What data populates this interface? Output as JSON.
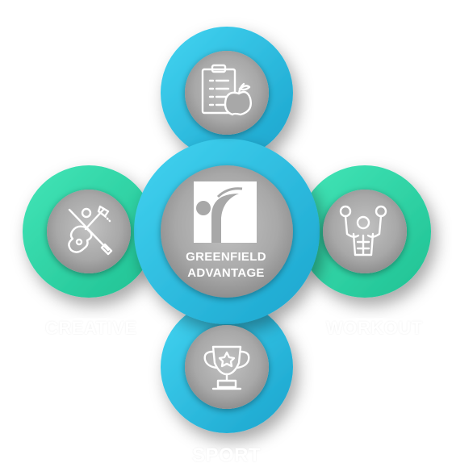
{
  "center": {
    "line1": "GREENFIELD",
    "line2": "ADVANTAGE",
    "logo": "greenfield-logo"
  },
  "nodes": [
    {
      "id": "top",
      "icon": "clipboard-apple-icon",
      "color": "#35bde0"
    },
    {
      "id": "left",
      "label": "CREATIVE",
      "icon": "guitar-brush-icon",
      "color": "#2fd6a6"
    },
    {
      "id": "right",
      "label": "WORKOUT",
      "icon": "bodybuilder-dumbbell-icon",
      "color": "#2fd6a6"
    },
    {
      "id": "bottom",
      "label": "SPORT",
      "icon": "trophy-star-icon",
      "color": "#35bde0"
    }
  ],
  "colors": {
    "blue": "#35bde0",
    "green": "#2fd6a6",
    "gray": "#a9a9a9",
    "white": "#ffffff"
  }
}
